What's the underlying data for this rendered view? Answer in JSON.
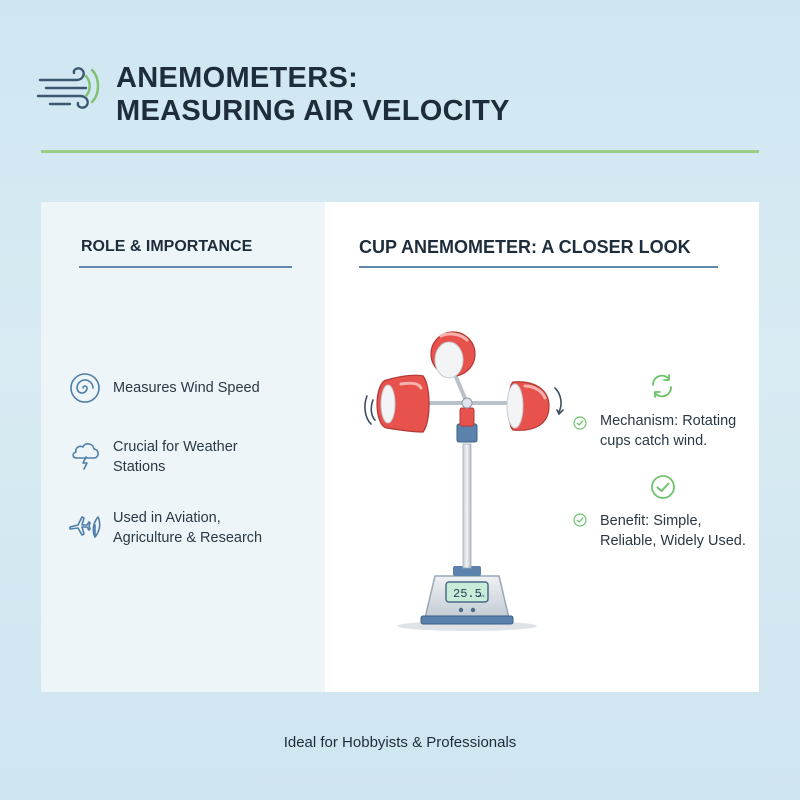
{
  "header": {
    "title_line1": "ANEMOMETERS:",
    "title_line2": "MEASURING AIR VELOCITY",
    "icon": "wind-icon"
  },
  "left_panel": {
    "title": "ROLE & IMPORTANCE",
    "features": [
      {
        "icon": "spiral-wind-icon",
        "text": "Measures Wind Speed"
      },
      {
        "icon": "storm-cloud-icon",
        "text": "Crucial for Weather Stations"
      },
      {
        "icon": "airplane-leaf-icon",
        "text": "Used in Aviation, Agriculture & Research"
      }
    ]
  },
  "right_panel": {
    "title": "CUP ANEMOMETER: A CLOSER LOOK",
    "display_value": "25.5",
    "display_unit": "m/s",
    "points": [
      {
        "icon": "rotate-arrows-icon",
        "text": "Mechanism: Rotating cups catch wind."
      },
      {
        "icon": "check-circle-icon",
        "text": "Benefit: Simple, Reliable, Widely Used."
      }
    ]
  },
  "footer": {
    "text": "Ideal for Hobbyists & Professionals"
  },
  "colors": {
    "background": "#d3e8f2",
    "accent_green": "#97cf86",
    "underline_blue": "#5f89ad",
    "cup_red": "#e8524c",
    "icon_blue": "#4f7ea6",
    "check_green": "#6cc36a"
  }
}
